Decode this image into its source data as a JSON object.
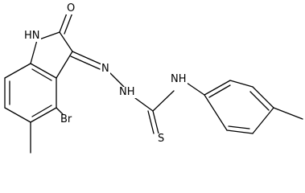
{
  "molecule": {
    "atoms": {
      "indole_nh": "HN",
      "carbonyl_o": "O",
      "bromine": "Br",
      "hydrazone_n": "N",
      "hydrazine_nh": "NH",
      "thioamide_nh": "NH",
      "thione_s": "S"
    },
    "colors": {
      "bond": "#000000",
      "label": "#000000",
      "background": "#ffffff"
    }
  }
}
